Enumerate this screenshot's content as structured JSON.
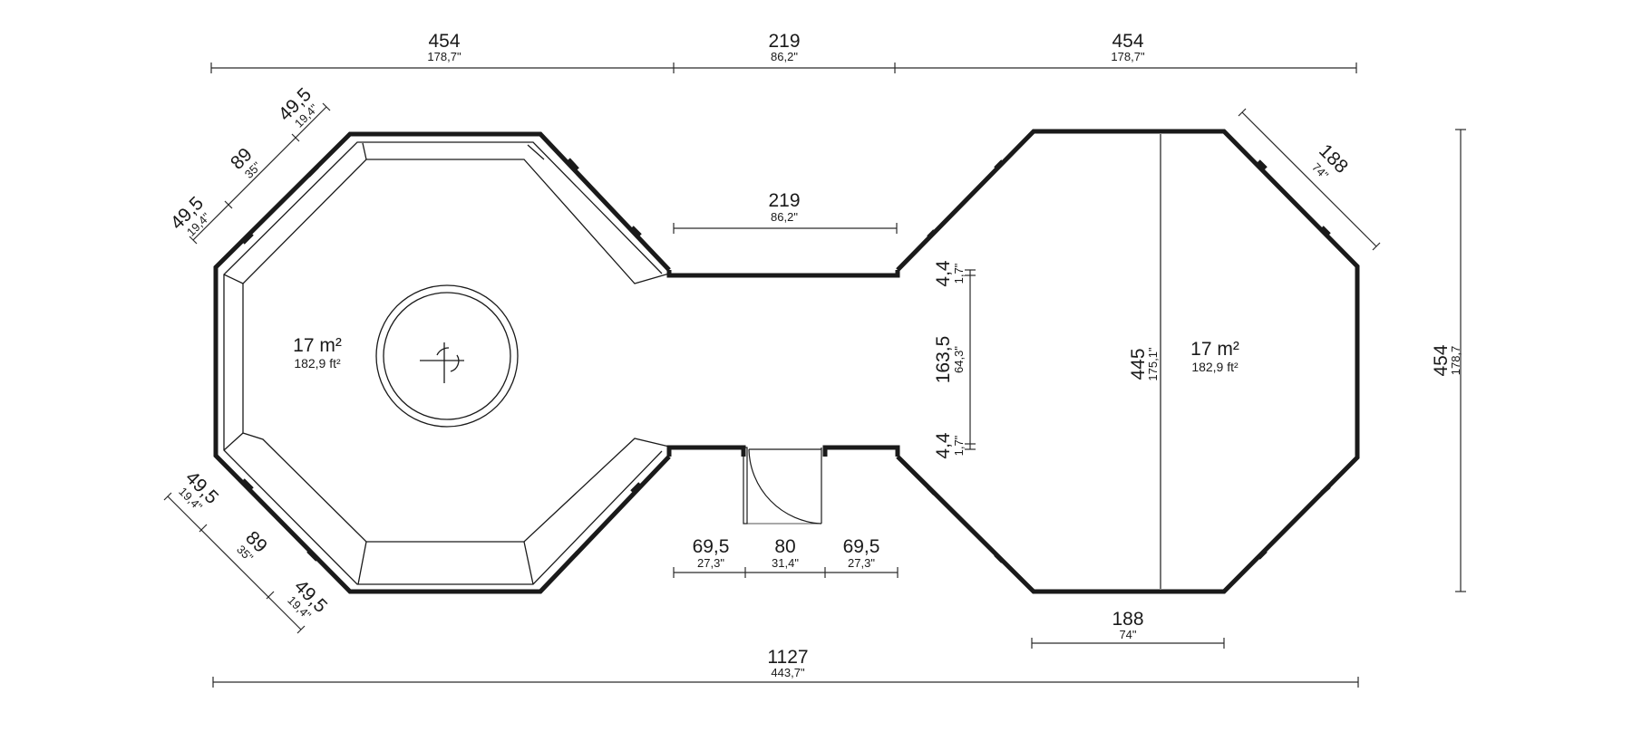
{
  "dimensions": {
    "top_left_width": {
      "cm": "454",
      "in": "178,7\""
    },
    "top_middle_width": {
      "cm": "219",
      "in": "86,2\""
    },
    "top_right_width": {
      "cm": "454",
      "in": "178,7\""
    },
    "corridor_length": {
      "cm": "219",
      "in": "86,2\""
    },
    "total_length": {
      "cm": "1127",
      "in": "443,7\""
    },
    "right_height": {
      "cm": "454",
      "in": "178,7"
    },
    "right_inner_width": {
      "cm": "445",
      "in": "175,1\""
    },
    "right_side_diag": {
      "cm": "188",
      "in": "74\""
    },
    "right_bottom_side": {
      "cm": "188",
      "in": "74\""
    },
    "corridor_inner_height": {
      "cm": "163,5",
      "in": "64,3\""
    },
    "corridor_wall_top": {
      "cm": "4,4",
      "in": "1,7\""
    },
    "corridor_wall_bottom": {
      "cm": "4,4",
      "in": "1,7\""
    },
    "door_left_wall": {
      "cm": "69,5",
      "in": "27,3\""
    },
    "door_width": {
      "cm": "80",
      "in": "31,4\""
    },
    "door_right_wall": {
      "cm": "69,5",
      "in": "27,3\""
    },
    "left_diag_top_a": {
      "cm": "49,5",
      "in": "19,4\""
    },
    "left_diag_top_b": {
      "cm": "89",
      "in": "35\""
    },
    "left_diag_top_c": {
      "cm": "49,5",
      "in": "19,4\""
    },
    "left_diag_bot_a": {
      "cm": "49,5",
      "in": "19,4\""
    },
    "left_diag_bot_b": {
      "cm": "89",
      "in": "35\""
    },
    "left_diag_bot_c": {
      "cm": "49,5",
      "in": "19,4\""
    }
  },
  "rooms": {
    "left": {
      "area_m2": "17 m²",
      "area_ft2": "182,9 ft²"
    },
    "right": {
      "area_m2": "17 m²",
      "area_ft2": "182,9 ft²"
    }
  }
}
